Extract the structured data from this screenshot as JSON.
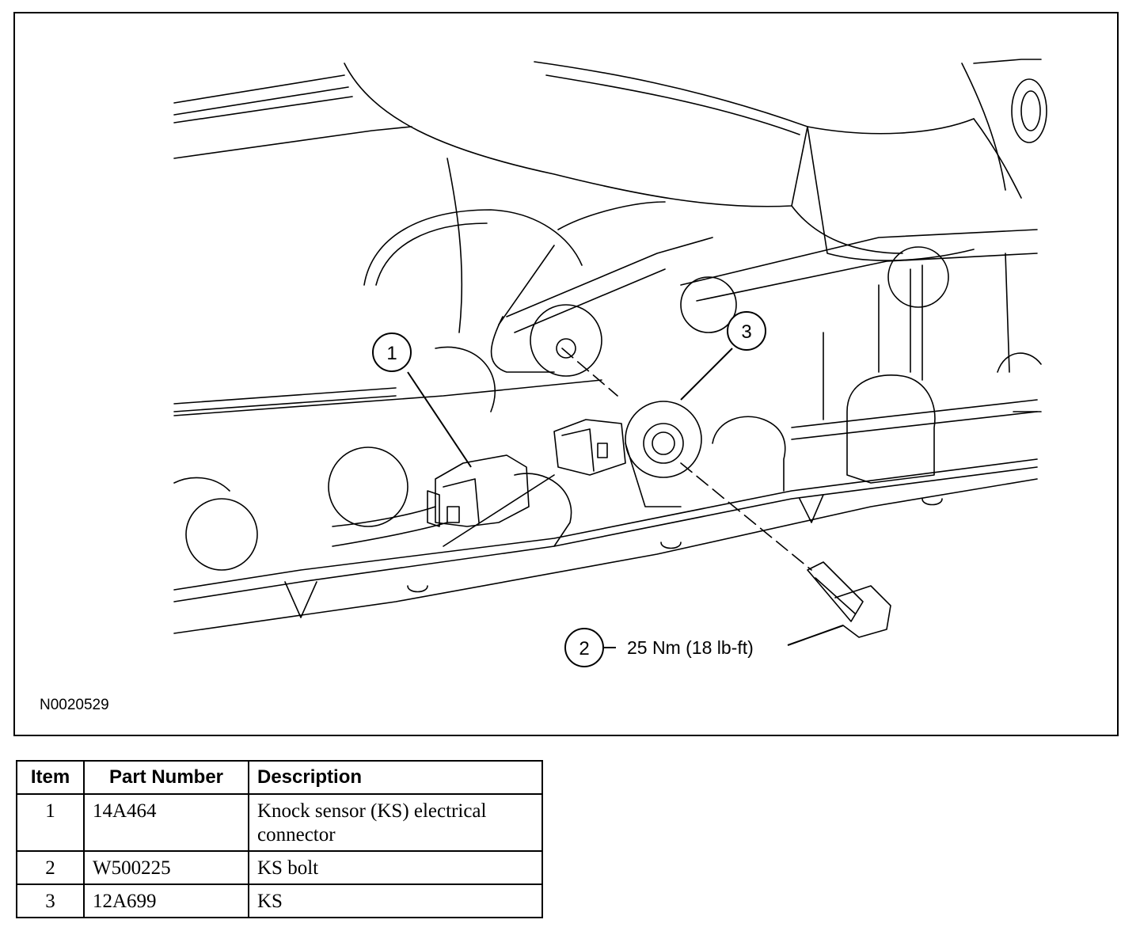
{
  "figure": {
    "id": "N0020529",
    "callouts": [
      {
        "number": "1"
      },
      {
        "number": "2",
        "label": "25 Nm (18 lb-ft)"
      },
      {
        "number": "3"
      }
    ]
  },
  "table": {
    "headers": [
      "Item",
      "Part Number",
      "Description"
    ],
    "rows": [
      {
        "item": "1",
        "part_number": "14A464",
        "description": "Knock sensor (KS) electrical connector"
      },
      {
        "item": "2",
        "part_number": "W500225",
        "description": "KS bolt"
      },
      {
        "item": "3",
        "part_number": "12A699",
        "description": "KS"
      }
    ]
  }
}
